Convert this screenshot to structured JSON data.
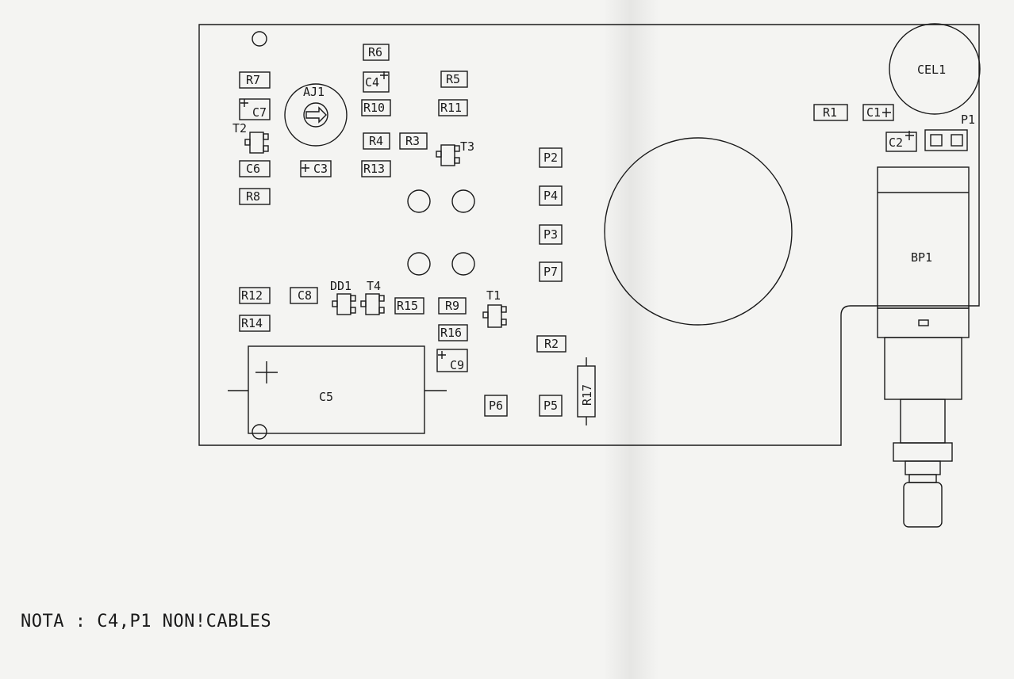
{
  "labels": {
    "R6": "R6",
    "R7": "R7",
    "AJ1": "AJ1",
    "C4": "C4",
    "R5": "R5",
    "C7": "C7",
    "R10": "R10",
    "R11": "R11",
    "T2": "T2",
    "R4": "R4",
    "R3": "R3",
    "T3": "T3",
    "C6": "C6",
    "C3": "C3",
    "R13": "R13",
    "R8": "R8",
    "P2": "P2",
    "P4": "P4",
    "P3": "P3",
    "P7": "P7",
    "R12": "R12",
    "C8": "C8",
    "DD1": "DD1",
    "T4": "T4",
    "R15": "R15",
    "R9": "R9",
    "T1": "T1",
    "R14": "R14",
    "R16": "R16",
    "C9": "C9",
    "R2": "R2",
    "C5": "C5",
    "P6": "P6",
    "P5": "P5",
    "R17": "R17",
    "CEL1": "CEL1",
    "R1": "R1",
    "C1": "C1",
    "C2": "C2",
    "P1": "P1",
    "BP1": "BP1"
  },
  "note": "NOTA : C4,P1 NON!CABLES"
}
